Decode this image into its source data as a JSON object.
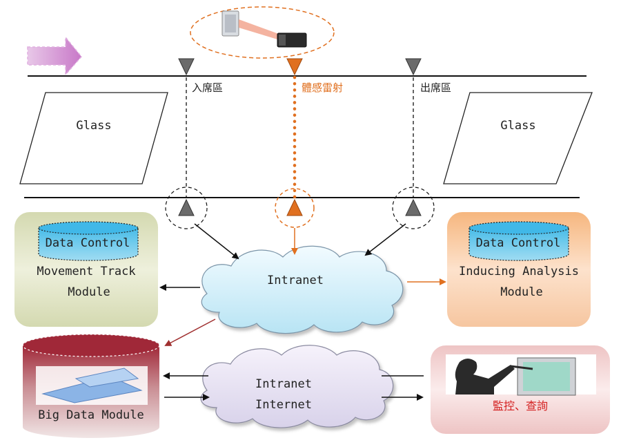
{
  "zones": {
    "entry_label": "入席區",
    "laser_label": "體感雷射",
    "exit_label": "出席區"
  },
  "glass": {
    "left_label": "Glass",
    "right_label": "Glass"
  },
  "modules": {
    "movement": {
      "db_label": "Data Control",
      "line1": "Movement Track",
      "line2": "Module"
    },
    "inducing": {
      "db_label": "Data Control",
      "line1": "Inducing Analysis",
      "line2": "Module"
    },
    "bigdata": {
      "label": "Big Data Module"
    },
    "monitor": {
      "label": "監控、查詢"
    }
  },
  "clouds": {
    "intranet": {
      "label": "Intranet"
    },
    "network": {
      "line1": "Intranet",
      "line2": "Internet"
    }
  },
  "colors": {
    "laser": "#e07020",
    "inducing_bg": "#f8c8a0",
    "movement_bg": "#e2e6c8",
    "bigdata": "#a02838",
    "monitor_bg": "#f2d4d4",
    "db_top": "#40b8e8",
    "arrow_red": "#a03030"
  },
  "icons": [
    "right-arrow-icon",
    "sensor-triangle-icon",
    "laser-sensor-icon",
    "database-icon",
    "person-monitor-icon"
  ]
}
